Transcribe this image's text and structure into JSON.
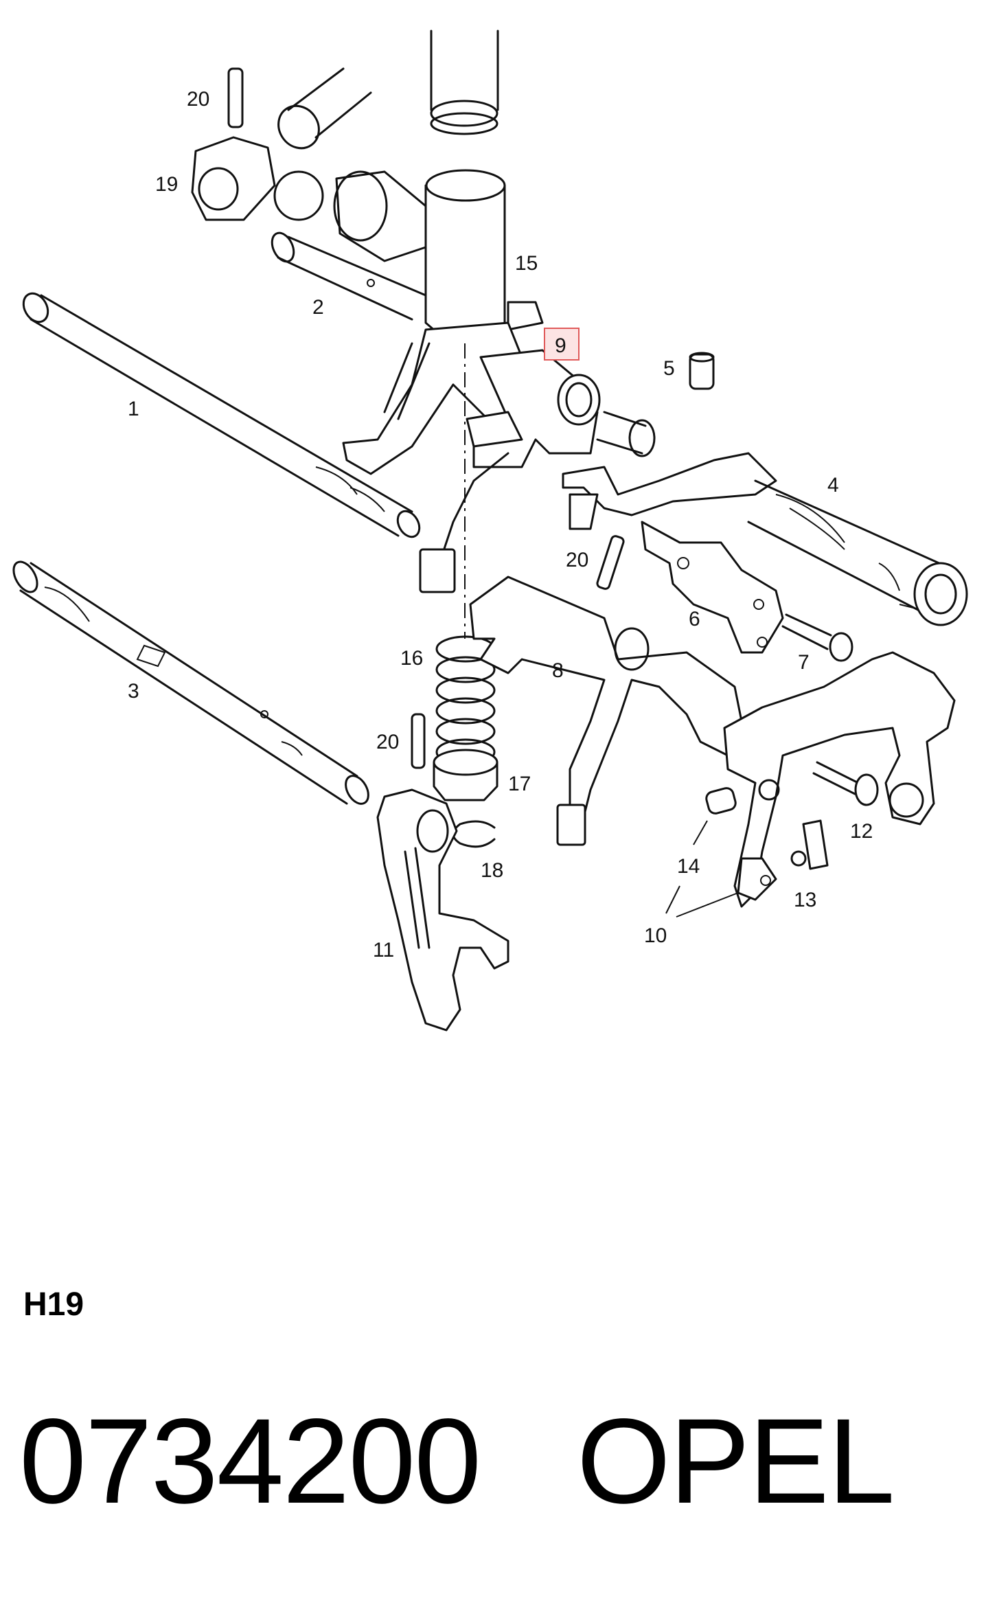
{
  "diagram": {
    "callouts": [
      "20",
      "19",
      "15",
      "2",
      "1",
      "9",
      "5",
      "4",
      "20",
      "3",
      "16",
      "8",
      "6",
      "7",
      "20",
      "17",
      "12",
      "14",
      "18",
      "11",
      "13",
      "10"
    ],
    "highlighted_callout": "9",
    "highlight_color": "#e05a5a"
  },
  "section_code": "H19",
  "footer": {
    "part_number": "0734200",
    "brand": "OPEL"
  }
}
